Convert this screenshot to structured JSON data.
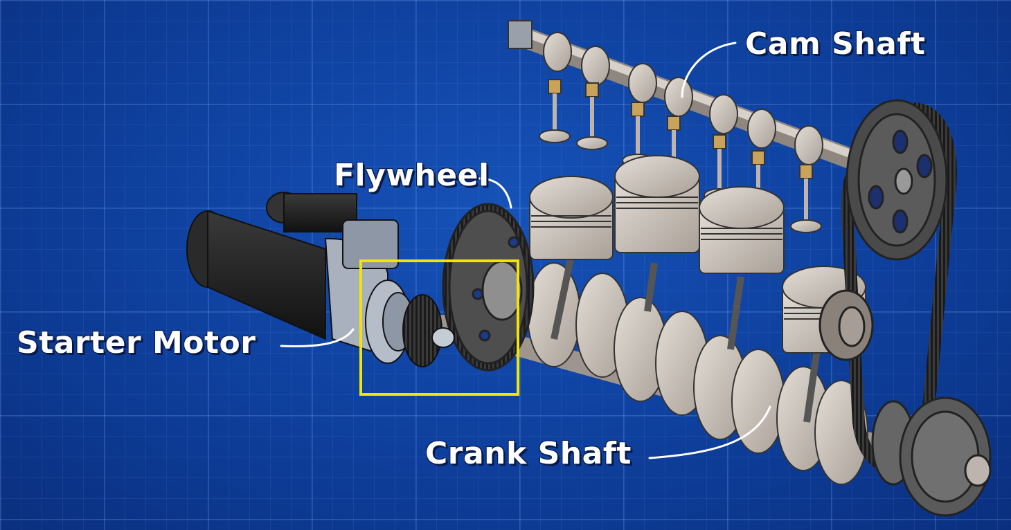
{
  "labels": {
    "cam_shaft": "Cam Shaft",
    "flywheel": "Flywheel",
    "starter_motor": "Starter Motor",
    "crank_shaft": "Crank Shaft"
  },
  "colors": {
    "background": "#0f3d99",
    "metal": "#c8bfb5",
    "highlight_box": "#f2e600",
    "belt": "#2b2b2b",
    "motor_body": "#222222",
    "label_text": "#ffffff"
  }
}
